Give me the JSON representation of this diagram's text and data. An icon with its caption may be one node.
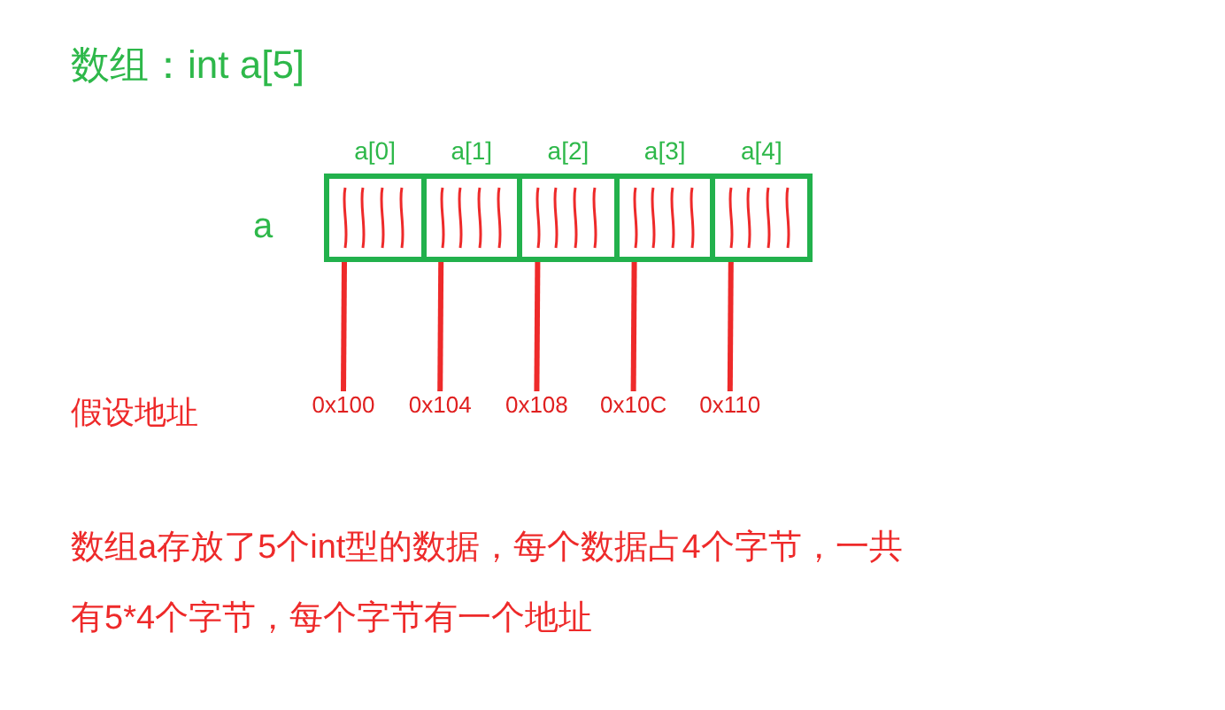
{
  "diagram": {
    "title": "数组：int a[5]",
    "nodes": [
      {
        "text": [
          "a[0]"
        ]
      },
      {
        "text": [
          "a[1]"
        ]
      },
      {
        "text": [
          "a[2]"
        ]
      },
      {
        "text": [
          "a[3]"
        ]
      },
      {
        "text": [
          "a[4]"
        ]
      },
      {
        "text": [
          "0x100"
        ]
      },
      {
        "text": [
          "0x104"
        ]
      },
      {
        "text": [
          "0x108"
        ]
      },
      {
        "text": [
          "0x10C"
        ]
      },
      {
        "text": [
          "0x110"
        ]
      }
    ],
    "edges": [
      {
        "from": 5,
        "to": 0,
        "arrow": "none"
      },
      {
        "from": 6,
        "to": 1,
        "arrow": "none"
      },
      {
        "from": 7,
        "to": 2,
        "arrow": "none"
      },
      {
        "from": 8,
        "to": 3,
        "arrow": "none"
      },
      {
        "from": 9,
        "to": 4,
        "arrow": "none"
      }
    ],
    "labels": [
      "a",
      "假设地址",
      "数组a存放了5个int型的数据，每个数据占4个字节，一共有5*4个字节，每个字节有一个地址"
    ]
  }
}
